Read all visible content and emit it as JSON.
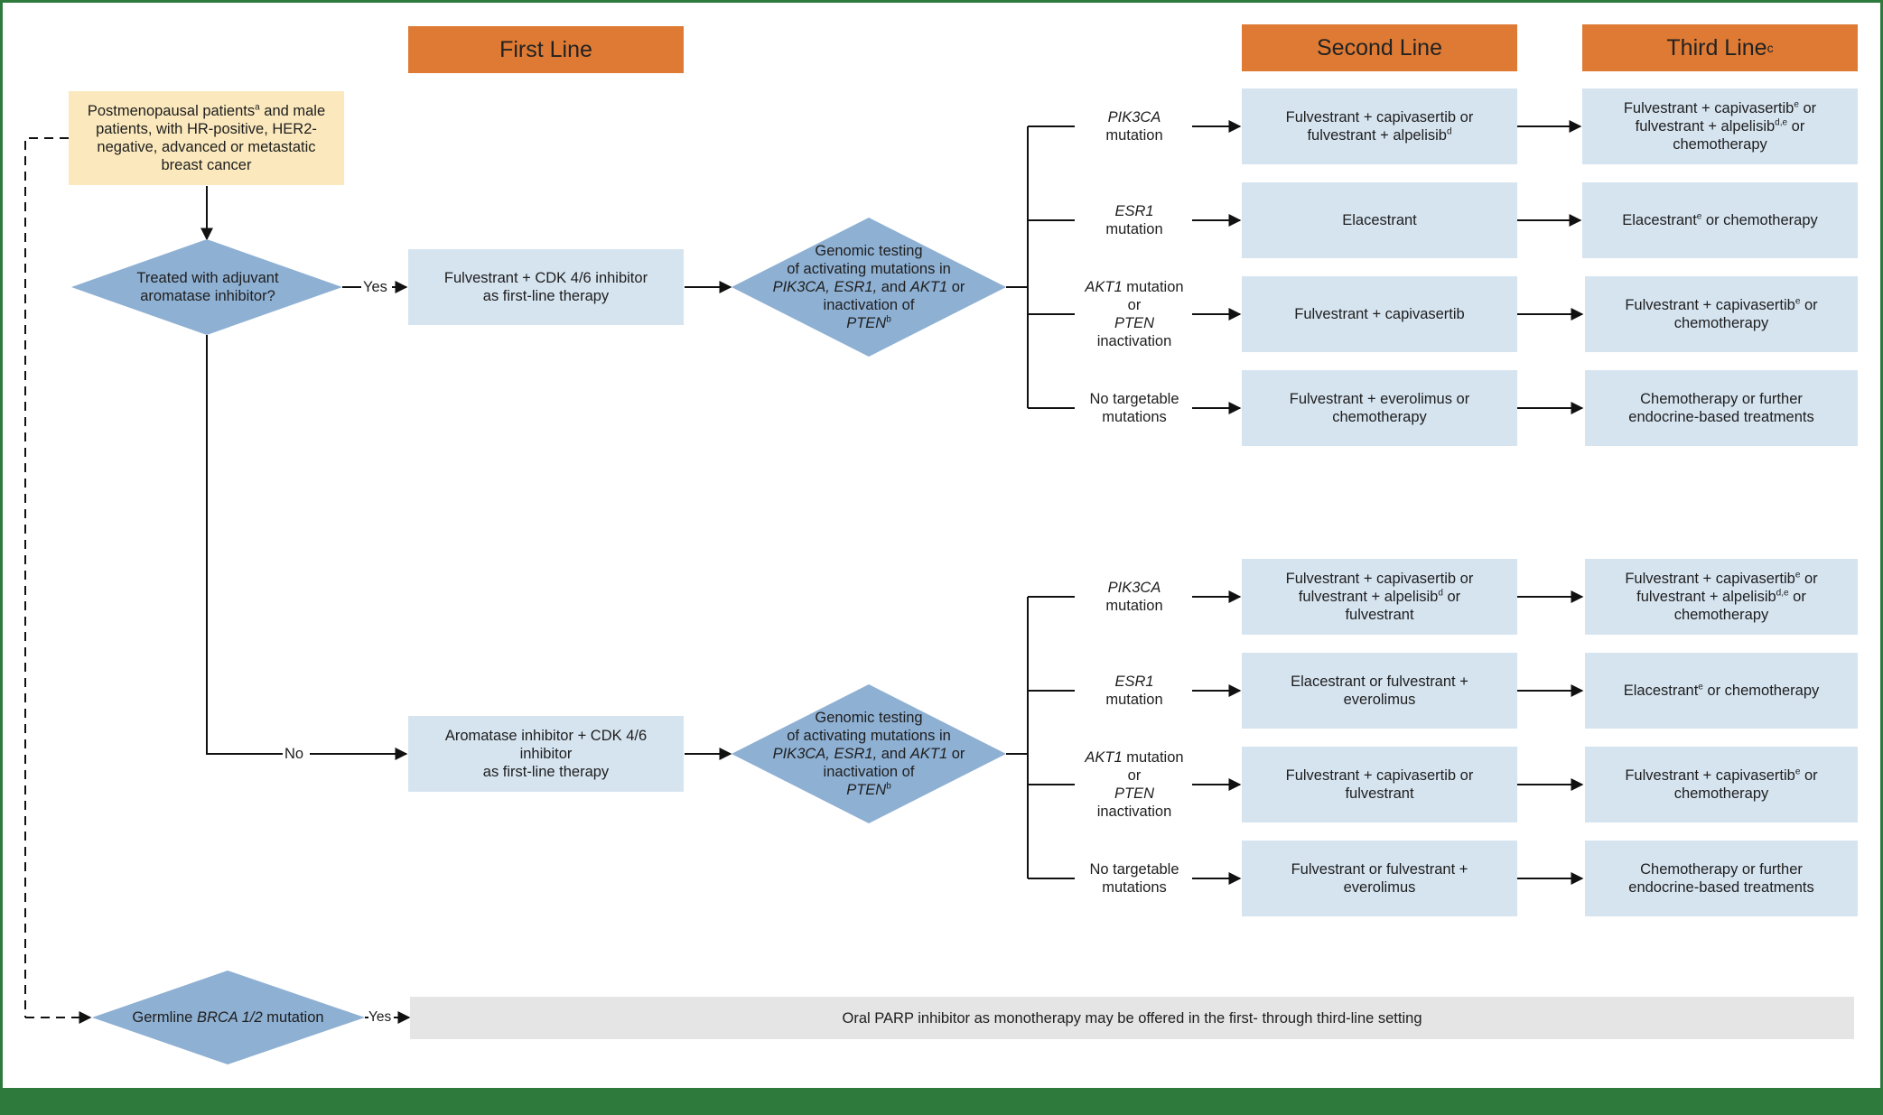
{
  "headers": {
    "first_line": "First Line",
    "second_line": "Second Line",
    "third_line": "Third Line",
    "third_line_sup": "c"
  },
  "population": {
    "line1_a": "Postmenopausal patients",
    "line1_sup": "a",
    "line1_b": " and male",
    "line2": "patients, with HR-positive, HER2-",
    "line3": "negative, advanced or metastatic",
    "line4": "breast cancer"
  },
  "decision_ai": {
    "line1": "Treated with adjuvant",
    "line2": "aromatase inhibitor?"
  },
  "yes_label": "Yes",
  "no_label": "No",
  "first_line_yes": {
    "line1": "Fulvestrant + CDK 4/6 inhibitor",
    "line2": "as first-line therapy"
  },
  "first_line_no": {
    "line1": "Aromatase inhibitor + CDK 4/6",
    "line2": "inhibitor",
    "line3": "as first-line therapy"
  },
  "genomic": {
    "line1": "Genomic testing",
    "line2": "of activating mutations in",
    "pik3ca": "PIK3CA,",
    "esr1": "ESR1,",
    "and": " and ",
    "akt1": "AKT1",
    "or": " or",
    "line4": "inactivation of",
    "pten": "PTEN",
    "pten_sup": "b"
  },
  "mutations": {
    "pik3ca": {
      "gene": "PIK3CA",
      "word": "mutation"
    },
    "esr1": {
      "gene": "ESR1",
      "word": "mutation"
    },
    "akt1": {
      "gene": "AKT1",
      "suffix": " mutation",
      "or": "or",
      "pten": "PTEN",
      "inact": "inactivation"
    },
    "none": {
      "line1": "No targetable",
      "line2": "mutations"
    }
  },
  "upper": {
    "second": {
      "pik3ca": {
        "line1": "Fulvestrant + capivasertib or",
        "line2": "fulvestrant + alpelisib",
        "sup": "d"
      },
      "esr1": "Elacestrant",
      "akt1": "Fulvestrant + capivasertib",
      "none": {
        "line1": "Fulvestrant + everolimus or",
        "line2": "chemotherapy"
      }
    },
    "third": {
      "pik3ca": {
        "line1": "Fulvestrant + capivasertib",
        "sup1": "e",
        "line1b": " or",
        "line2": "fulvestrant + alpelisib",
        "sup2": "d,e",
        "line2b": " or",
        "line3": "chemotherapy"
      },
      "esr1": {
        "a": "Elacestrant",
        "sup": "e",
        "b": " or chemotherapy"
      },
      "akt1": {
        "line1": "Fulvestrant + capivasertib",
        "sup": "e",
        "line1b": " or",
        "line2": "chemotherapy"
      },
      "none": {
        "line1": "Chemotherapy or further",
        "line2": "endocrine-based treatments"
      }
    }
  },
  "lower": {
    "second": {
      "pik3ca": {
        "line1": "Fulvestrant + capivasertib or",
        "line2": "fulvestrant + alpelisib",
        "sup": "d",
        "line2b": " or",
        "line3": "fulvestrant"
      },
      "esr1": {
        "line1": "Elacestrant or fulvestrant +",
        "line2": "everolimus"
      },
      "akt1": {
        "line1": "Fulvestrant + capivasertib or",
        "line2": "fulvestrant"
      },
      "none": {
        "line1": "Fulvestrant or fulvestrant +",
        "line2": "everolimus"
      }
    },
    "third": {
      "pik3ca": {
        "line1": "Fulvestrant + capivasertib",
        "sup1": "e",
        "line1b": " or",
        "line2": "fulvestrant + alpelisib",
        "sup2": "d,e",
        "line2b": " or",
        "line3": "chemotherapy"
      },
      "esr1": {
        "a": "Elacestrant",
        "sup": "e",
        "b": " or chemotherapy"
      },
      "akt1": {
        "line1": "Fulvestrant + capivasertib",
        "sup": "e",
        "line1b": " or",
        "line2": "chemotherapy"
      },
      "none": {
        "line1": "Chemotherapy or further",
        "line2": "endocrine-based treatments"
      }
    }
  },
  "brca": {
    "a": "Germline ",
    "gene": "BRCA 1/2",
    "b": " mutation"
  },
  "parp": "Oral PARP inhibitor as monotherapy may be offered in the first- through third-line setting",
  "colors": {
    "header": "#de7a33",
    "box": "#d6e4f0",
    "diamond": "#8eb0d3",
    "population": "#fbe9bd",
    "parp": "#e5e5e5",
    "frame": "#2e7a3c"
  }
}
